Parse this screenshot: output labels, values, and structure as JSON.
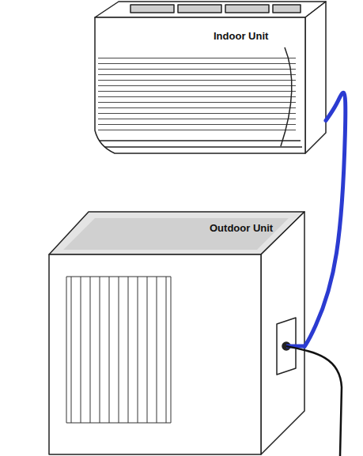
{
  "diagram": {
    "nodes": [
      {
        "text": [
          "Indoor Unit"
        ]
      },
      {
        "text": [
          "Outdoor Unit"
        ]
      }
    ],
    "edges": [
      {
        "from": 0,
        "to": 1,
        "arrow": "none"
      }
    ]
  }
}
